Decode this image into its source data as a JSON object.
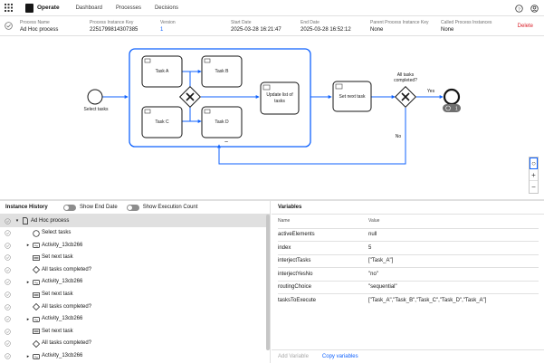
{
  "nav": {
    "brand": "Operate",
    "items": [
      "Dashboard",
      "Processes",
      "Decisions"
    ]
  },
  "instance": {
    "fields": [
      {
        "label": "Process Name",
        "value": "Ad Hoc process",
        "link": false
      },
      {
        "label": "Process Instance Key",
        "value": "2251799814307385",
        "link": false
      },
      {
        "label": "Version",
        "value": "1",
        "link": true
      },
      {
        "label": "Start Date",
        "value": "2025-03-28 16:21:47",
        "link": false
      },
      {
        "label": "End Date",
        "value": "2025-03-28 16:52:12",
        "link": false
      },
      {
        "label": "Parent Process Instance Key",
        "value": "None",
        "link": false
      },
      {
        "label": "Called Process Instances",
        "value": "None",
        "link": false
      }
    ],
    "delete_label": "Delete"
  },
  "diagram": {
    "start_label": "Select tasks",
    "tasks": [
      "Task A",
      "Task B",
      "Task C",
      "Task D"
    ],
    "update_label": "Update list of tasks",
    "next_label": "Set next task",
    "gateway_label": "All tasks completed?",
    "yes_label": "Yes",
    "no_label": "No",
    "end_badge": "1"
  },
  "history": {
    "title": "Instance History",
    "toggle_end_date": "Show End Date",
    "toggle_exec_count": "Show Execution Count",
    "rows": [
      {
        "label": "Ad Hoc process",
        "icon": "document-icon",
        "indent": 0,
        "caret": "down",
        "selected": true
      },
      {
        "label": "Select tasks",
        "icon": "start-event-icon",
        "indent": 1,
        "caret": "",
        "selected": false
      },
      {
        "label": "Activity_13cb266",
        "icon": "subprocess-icon",
        "indent": 1,
        "caret": "right",
        "selected": false
      },
      {
        "label": "Set next task",
        "icon": "script-task-icon",
        "indent": 1,
        "caret": "",
        "selected": false
      },
      {
        "label": "All tasks completed?",
        "icon": "gateway-icon",
        "indent": 1,
        "caret": "",
        "selected": false
      },
      {
        "label": "Activity_13cb266",
        "icon": "subprocess-icon",
        "indent": 1,
        "caret": "right",
        "selected": false
      },
      {
        "label": "Set next task",
        "icon": "script-task-icon",
        "indent": 1,
        "caret": "",
        "selected": false
      },
      {
        "label": "All tasks completed?",
        "icon": "gateway-icon",
        "indent": 1,
        "caret": "",
        "selected": false
      },
      {
        "label": "Activity_13cb266",
        "icon": "subprocess-icon",
        "indent": 1,
        "caret": "right",
        "selected": false
      },
      {
        "label": "Set next task",
        "icon": "script-task-icon",
        "indent": 1,
        "caret": "",
        "selected": false
      },
      {
        "label": "All tasks completed?",
        "icon": "gateway-icon",
        "indent": 1,
        "caret": "",
        "selected": false
      },
      {
        "label": "Activity_13cb266",
        "icon": "subprocess-icon",
        "indent": 1,
        "caret": "right",
        "selected": false
      }
    ]
  },
  "variables": {
    "title": "Variables",
    "col_name": "Name",
    "col_value": "Value",
    "rows": [
      {
        "name": "activeElements",
        "value": "null"
      },
      {
        "name": "index",
        "value": "5"
      },
      {
        "name": "interjectTasks",
        "value": "[\"Task_A\"]"
      },
      {
        "name": "interjectYesNo",
        "value": "\"no\""
      },
      {
        "name": "routingChoice",
        "value": "\"sequential\""
      },
      {
        "name": "tasksToExecute",
        "value": "[\"Task_A\",\"Task_B\",\"Task_C\",\"Task_D\",\"Task_A\"]"
      }
    ],
    "add_label": "Add Variable",
    "copy_label": "Copy variables"
  },
  "colors": {
    "accent": "#0f62fe",
    "danger": "#da1e28",
    "completed": "#24a148"
  }
}
